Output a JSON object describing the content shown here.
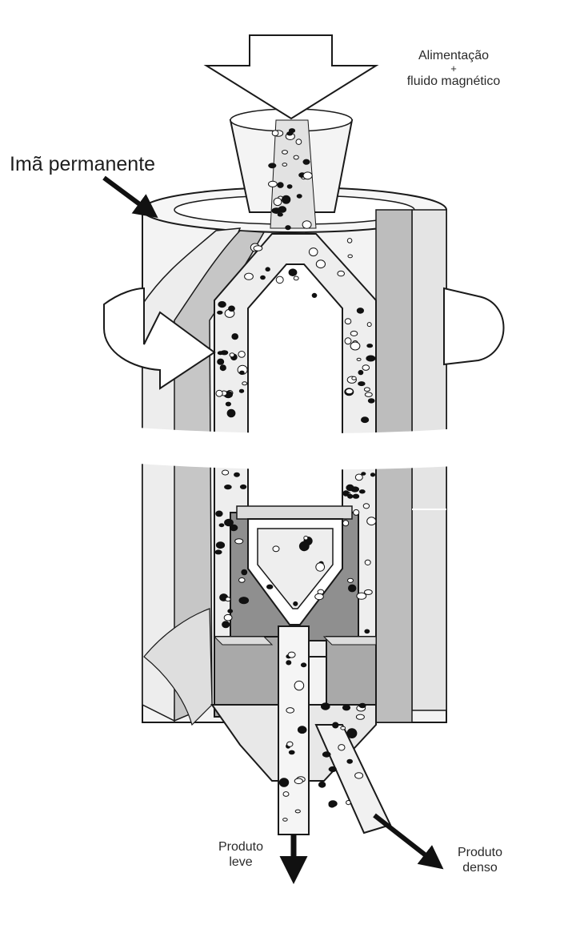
{
  "labels": {
    "feed_line1": "Alimentação",
    "feed_plus": "+",
    "feed_line2": "fluido magnético",
    "magnet": "Imã permanente",
    "light_line1": "Produto",
    "light_line2": "leve",
    "dense_line1": "Produto",
    "dense_line2": "denso"
  },
  "colors": {
    "outline": "#1a1a1a",
    "outer_cylinder": "#f2f2f2",
    "shell_mid": "#c8c8c8",
    "shell_dark": "#9a9a9a",
    "fluid_layer": "#eeeeee",
    "particle": "#111111",
    "arrow_fill": "#ffffff"
  }
}
